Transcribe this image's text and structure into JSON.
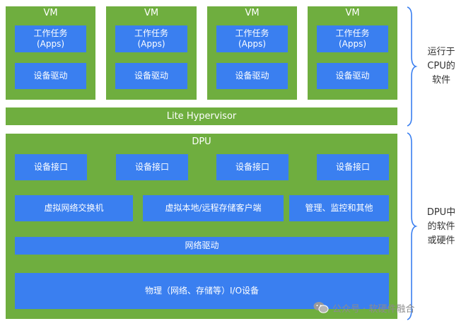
{
  "top_group": {
    "vms": [
      {
        "title": "VM",
        "apps_line1": "工作任务",
        "apps_line2": "(Apps)",
        "driver": "设备驱动"
      },
      {
        "title": "VM",
        "apps_line1": "工作任务",
        "apps_line2": "(Apps)",
        "driver": "设备驱动"
      },
      {
        "title": "VM",
        "apps_line1": "工作任务",
        "apps_line2": "(Apps)",
        "driver": "设备驱动"
      },
      {
        "title": "VM",
        "apps_line1": "工作任务",
        "apps_line2": "(Apps)",
        "driver": "设备驱动"
      }
    ],
    "hypervisor": "Lite Hypervisor",
    "side_label_lines": [
      "运行于",
      "CPU的",
      "软件"
    ]
  },
  "dpu_group": {
    "title": "DPU",
    "interfaces": [
      "设备接口",
      "设备接口",
      "设备接口",
      "设备接口"
    ],
    "row2": [
      "虚拟网络交换机",
      "虚拟本地/远程存储客户端",
      "管理、监控和其他"
    ],
    "net_driver": "网络驱动",
    "physical": "物理（网络、存储等）I/O设备",
    "side_label_lines": [
      "DPU中",
      "的软件",
      "或硬件"
    ]
  },
  "watermark": {
    "text": "公众号 · 软硬件融合",
    "icon": "wechat-icon"
  },
  "colors": {
    "green": "#6fae3f",
    "blue": "#3a7ff0",
    "brace": "#3a7ff0"
  }
}
